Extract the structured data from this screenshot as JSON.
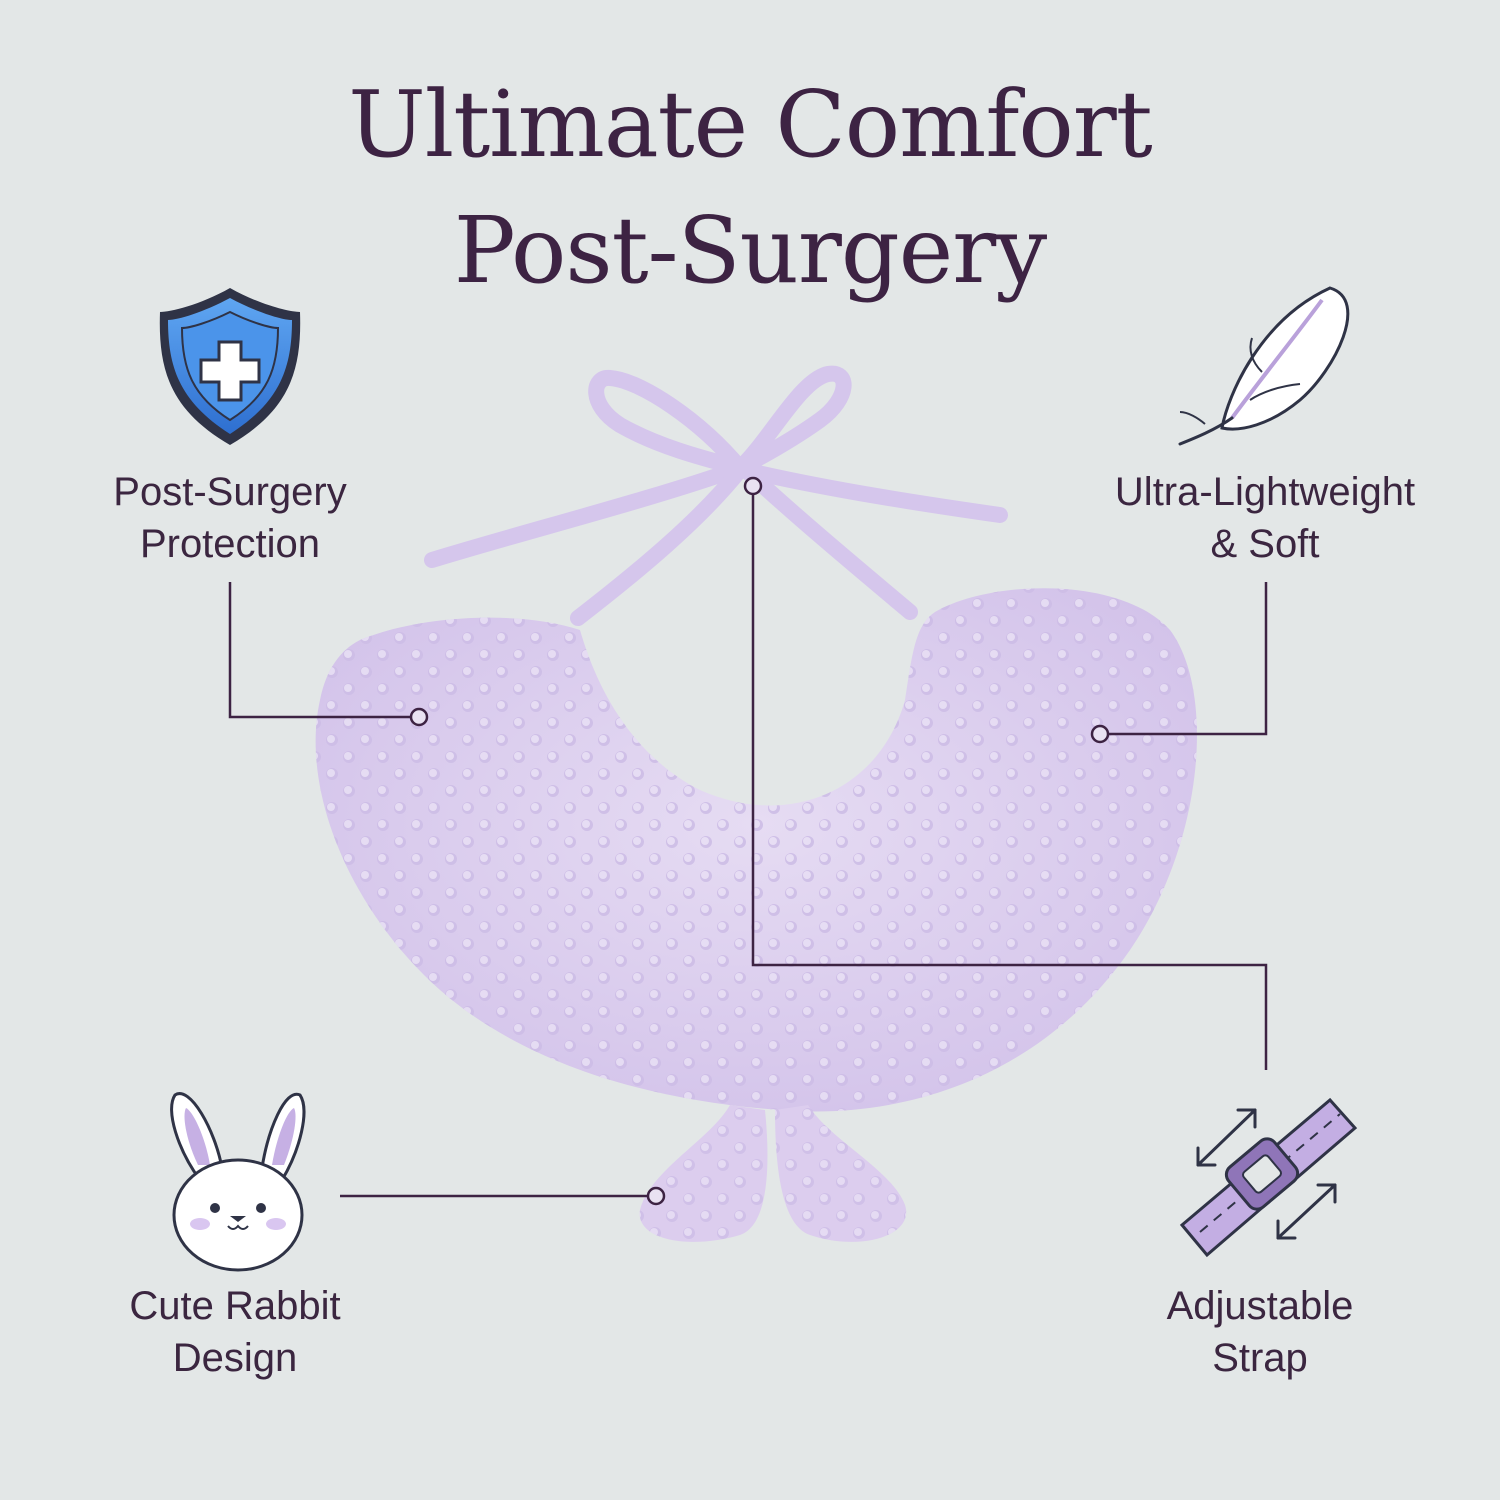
{
  "title": {
    "line1": "Ultimate Comfort",
    "line2": "Post-Surgery"
  },
  "features": {
    "protection": {
      "line1": "Post-Surgery",
      "line2": "Protection",
      "icon": "shield-cross-icon"
    },
    "lightweight": {
      "line1": "Ultra-Lightweight",
      "line2": "& Soft",
      "icon": "feather-icon"
    },
    "rabbit": {
      "line1": "Cute Rabbit",
      "line2": "Design",
      "icon": "rabbit-icon"
    },
    "strap": {
      "line1": "Adjustable",
      "line2": "Strap",
      "icon": "strap-buckle-icon"
    }
  },
  "colors": {
    "background": "#e3e7e7",
    "text": "#3d2343",
    "pillow": "#ddd0ef",
    "accent_blue": "#3a86e0",
    "accent_purple": "#b9a1da"
  }
}
